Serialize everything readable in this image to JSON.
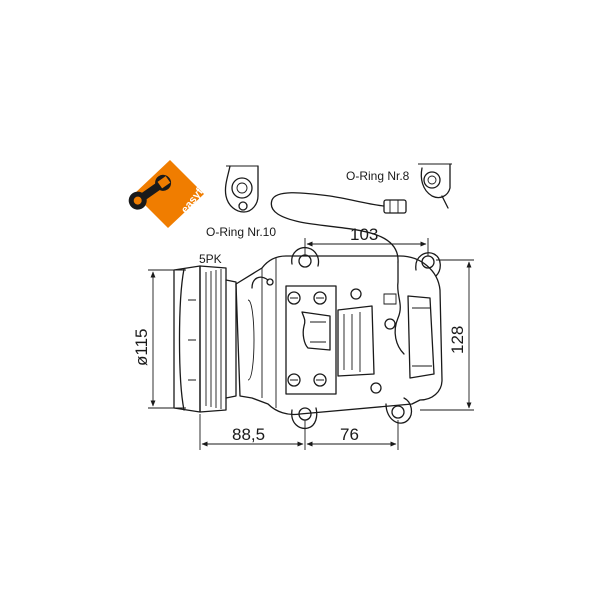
{
  "badge": {
    "text": "easyfit",
    "color": "#f07d00"
  },
  "labels": {
    "oring_left": "O-Ring Nr.10",
    "oring_right": "O-Ring Nr.8",
    "belt": "5PK"
  },
  "dimensions": {
    "diameter": "ø115",
    "height": "128",
    "width_top": "103",
    "width_left": "88,5",
    "width_right": "76"
  },
  "icons": [
    "wrench-icon",
    "o-ring-flange-icon",
    "compressor-illustration"
  ]
}
